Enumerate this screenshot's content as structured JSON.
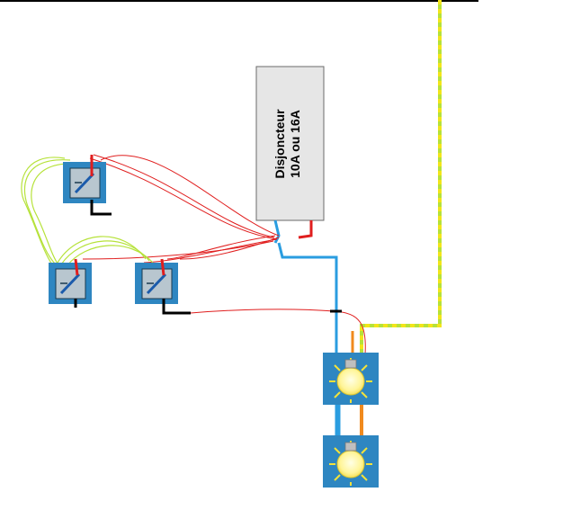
{
  "breaker": {
    "label_line1": "Disjoncteur",
    "label_line2": "10A ou 16A"
  },
  "colors": {
    "phase": "#e01e1e",
    "neutral": "#2a9de0",
    "earth_green": "#b6e23a",
    "earth_yellow": "#f2e51a",
    "return": "#f08a1e",
    "switch_plate": "#2e86c1",
    "lamp_plate": "#2e86c1",
    "lamp_bulb": "#fff8a0",
    "breaker_fill": "#e6e6e6"
  },
  "components": {
    "switches": [
      "switch-top",
      "switch-bottom-left",
      "switch-bottom-right"
    ],
    "lamps": [
      "lamp-top",
      "lamp-bottom"
    ]
  }
}
